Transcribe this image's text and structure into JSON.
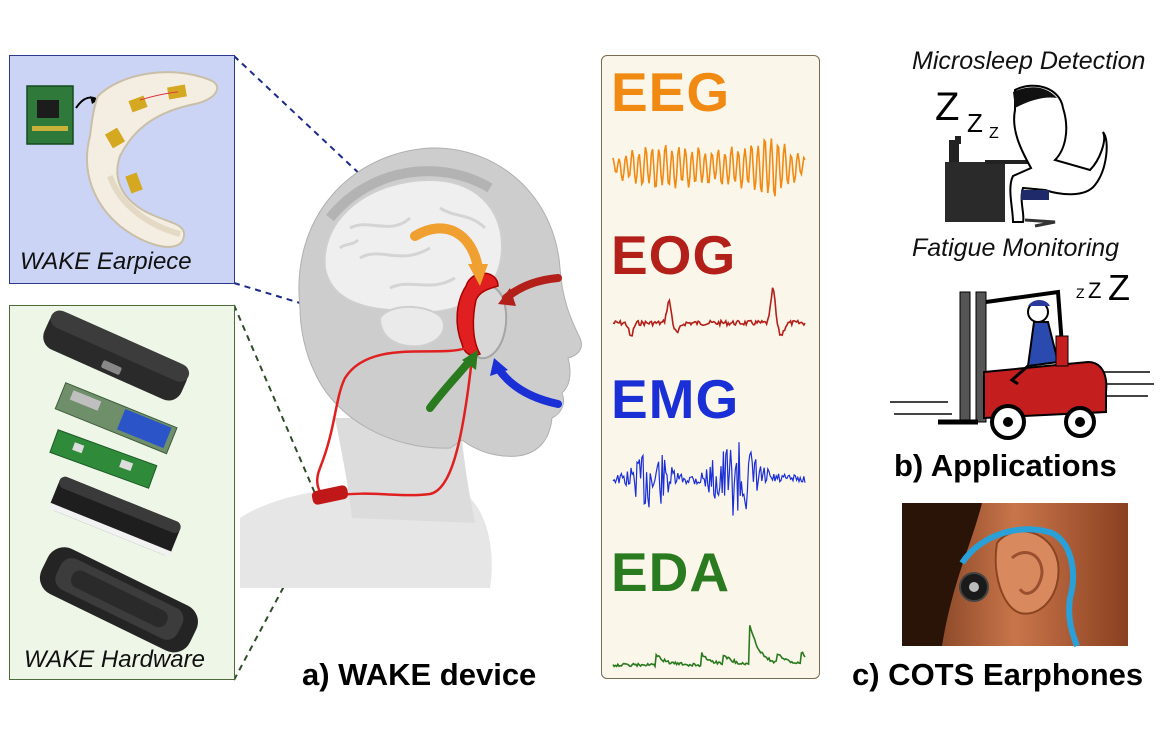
{
  "earpiece": {
    "caption": "WAKE Earpiece"
  },
  "hardware": {
    "caption": "WAKE Hardware"
  },
  "device": {
    "caption": "a) WAKE device"
  },
  "signals": [
    {
      "label": "EEG",
      "color": "#f08a12"
    },
    {
      "label": "EOG",
      "color": "#b3201a"
    },
    {
      "label": "EMG",
      "color": "#1a2fd6"
    },
    {
      "label": "EDA",
      "color": "#2a7a1f"
    }
  ],
  "applications": {
    "microsleep_title": "Microsleep Detection",
    "fatigue_title": "Fatigue Monitoring",
    "caption": "b) Applications",
    "sleep_glyph": "Z"
  },
  "cots": {
    "caption": "c) COTS Earphones"
  }
}
